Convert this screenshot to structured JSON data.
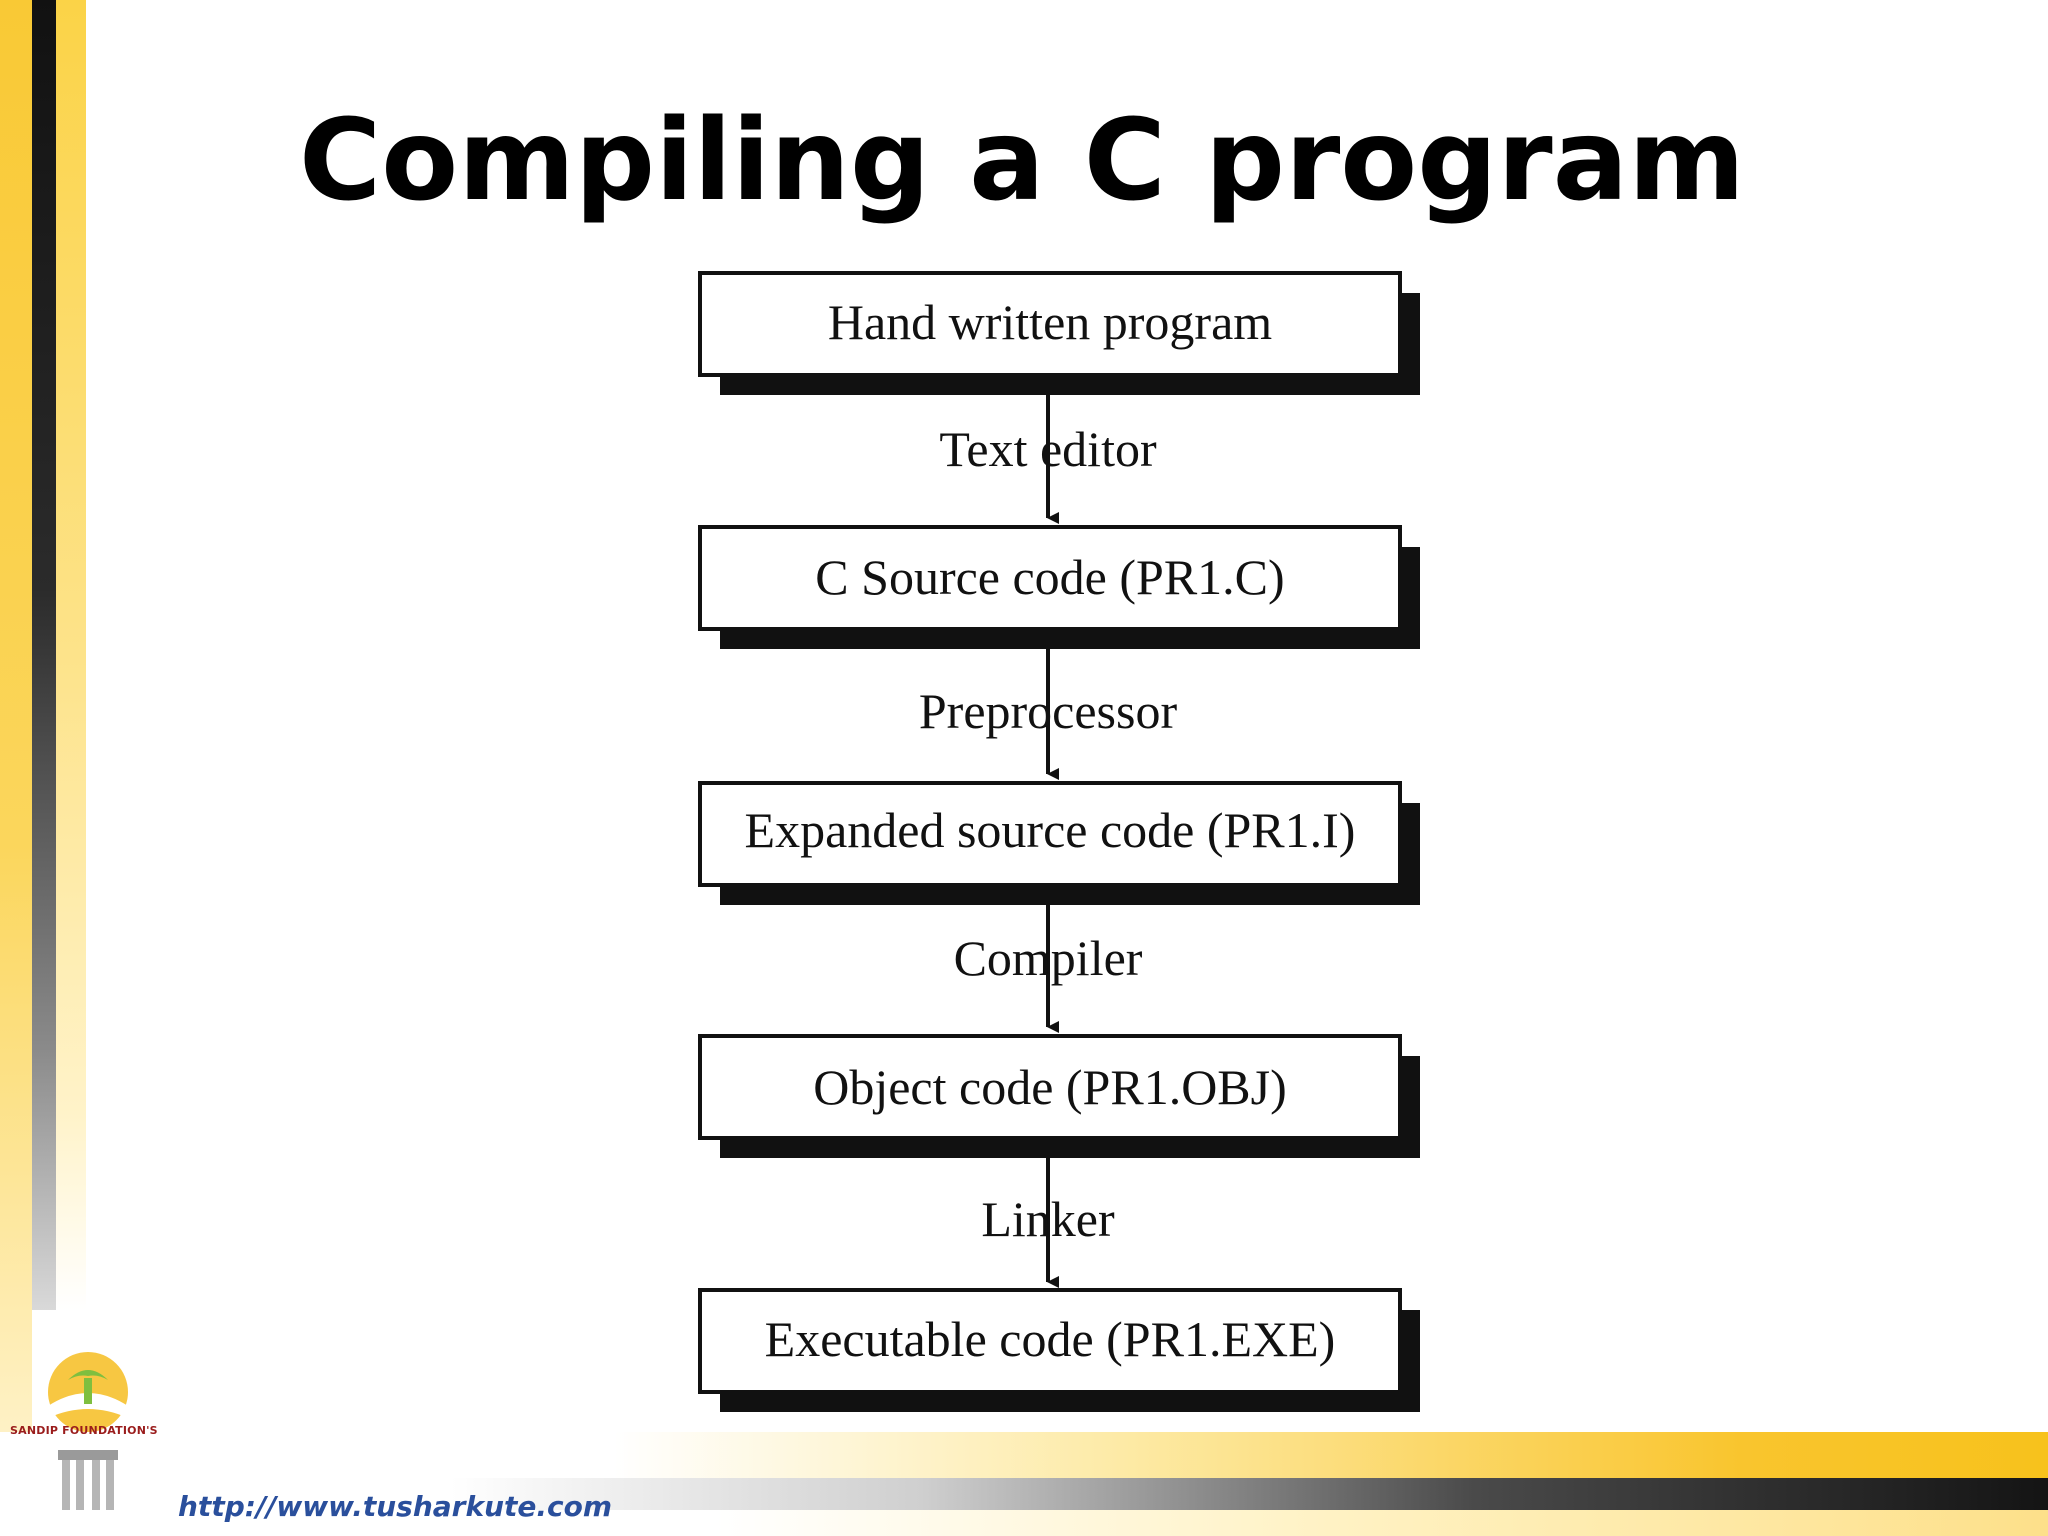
{
  "slide": {
    "title": "Compiling a C program",
    "footer_url": "http://www.tusharkute.com",
    "logo_text": "SANDIP FOUNDATION'S"
  },
  "flow": {
    "boxes": [
      "Hand written program",
      "C Source code (PR1.C)",
      "Expanded source code (PR1.I)",
      "Object code (PR1.OBJ)",
      "Executable code (PR1.EXE)"
    ],
    "steps": [
      "Text editor",
      "Preprocessor",
      "Compiler",
      "Linker"
    ]
  },
  "colors": {
    "accent_yellow": "#f9c52e",
    "dark_band": "#141414",
    "url_blue": "#2a4f9c"
  }
}
